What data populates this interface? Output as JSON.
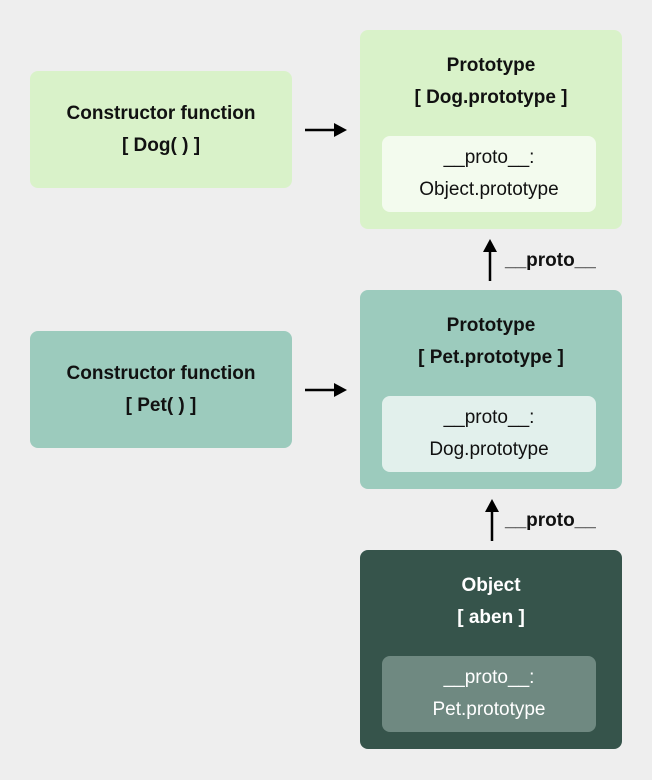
{
  "nodes": {
    "dog_ctor": {
      "title": "Constructor function",
      "sub": "[ Dog( ) ]"
    },
    "pet_ctor": {
      "title": "Constructor function",
      "sub": "[ Pet( ) ]"
    },
    "dog_proto": {
      "title": "Prototype",
      "sub": "[ Dog.prototype ]",
      "slot_key": "__proto__:",
      "slot_value": "Object.prototype"
    },
    "pet_proto": {
      "title": "Prototype",
      "sub": "[ Pet.prototype ]",
      "slot_key": "__proto__:",
      "slot_value": "Dog.prototype"
    },
    "object": {
      "title": "Object",
      "sub": "[ aben ]",
      "slot_key": "__proto__:",
      "slot_value": "Pet.prototype"
    }
  },
  "edges": {
    "pet_to_dog_label": "__proto__",
    "obj_to_pet_label": "__proto__"
  },
  "colors": {
    "background": "#eeeeee",
    "light_green": "#d9f2c9",
    "mid_green": "#9ccbbd",
    "dark_green": "#36544b"
  }
}
